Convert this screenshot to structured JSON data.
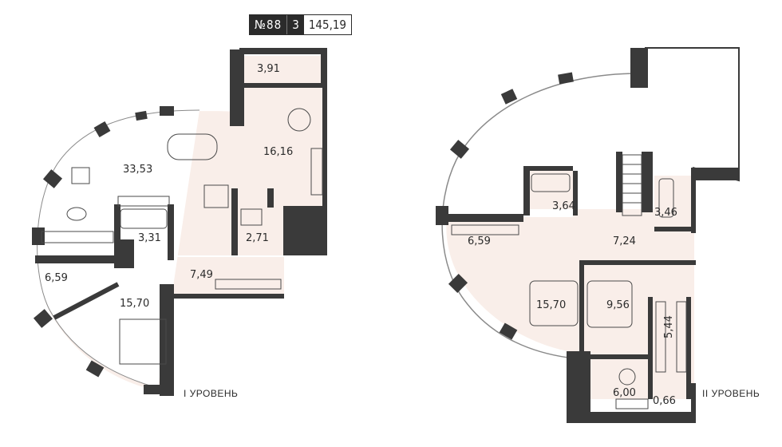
{
  "badge": {
    "number": "№88",
    "rooms": "3",
    "area": "145,19"
  },
  "levels": {
    "first": "I УРОВЕНЬ",
    "second": "II УРОВЕНЬ"
  },
  "rooms_level1": {
    "balcony": "3,91",
    "kitchen": "16,16",
    "living": "33,53",
    "bath1": "3,31",
    "wc1": "2,71",
    "hall1": "7,49",
    "wardrobe1": "6,59",
    "bedroom1": "15,70"
  },
  "rooms_level2": {
    "bath2": "3,64",
    "bath3": "3,46",
    "wardrobe2": "6,59",
    "hall2": "7,24",
    "bedroom2": "15,70",
    "bedroom3": "9,56",
    "wardrobe3": "5,44",
    "room6": "6,00",
    "closet": "0,66"
  },
  "colors": {
    "floor": "#f9eee9",
    "wall": "#3a3a3a",
    "text": "#2b2b2b"
  }
}
